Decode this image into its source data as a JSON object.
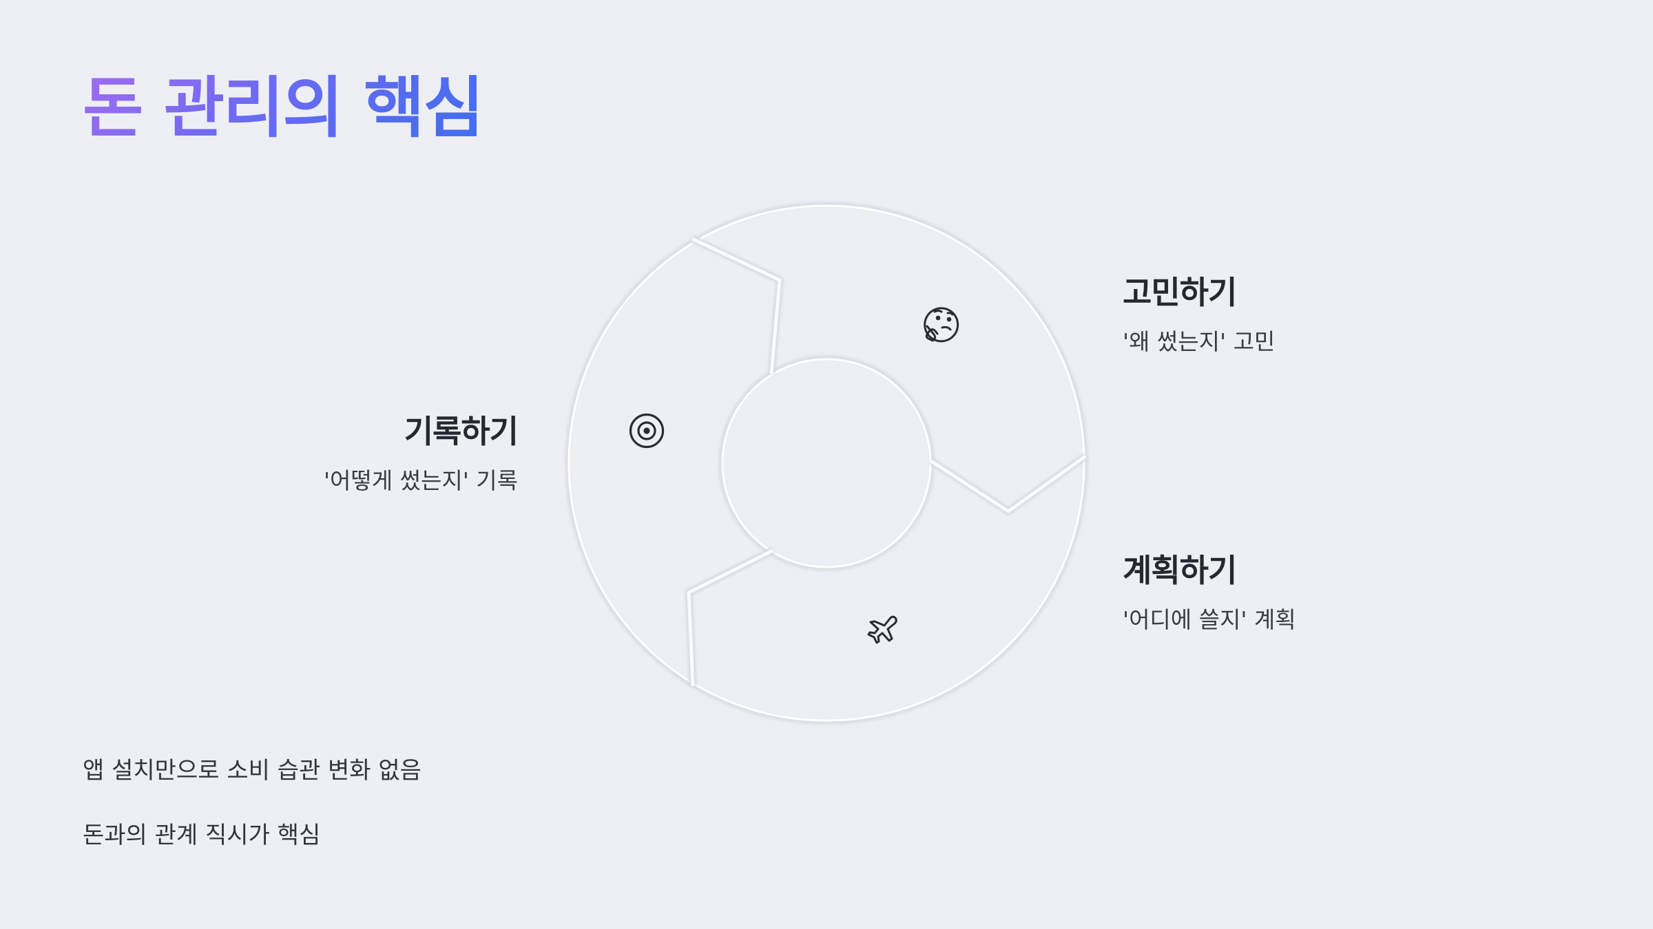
{
  "title": "돈 관리의 핵심",
  "steps": [
    {
      "title": "기록하기",
      "description": "'어떻게 썼는지' 기록",
      "icon": "target-icon"
    },
    {
      "title": "고민하기",
      "description": "'왜 썼는지' 고민",
      "icon": "thinking-face-icon"
    },
    {
      "title": "계획하기",
      "description": "'어디에 쓸지' 계획",
      "icon": "airplane-icon"
    }
  ],
  "notes": [
    "앱 설치만으로 소비 습관 변화 없음",
    "돈과의 관계 직시가 핵심"
  ],
  "colors": {
    "background": "#eeeff4",
    "title_gradient_start": "#a06cf0",
    "title_gradient_end": "#3f6ef0",
    "text_dark": "#262830"
  }
}
